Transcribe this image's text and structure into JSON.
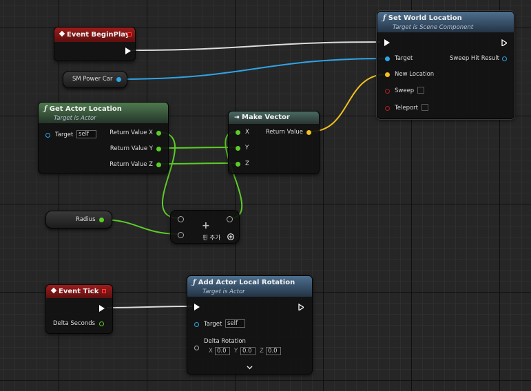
{
  "nodes": {
    "event_begin_play": {
      "title": "Event BeginPlay"
    },
    "set_world_location": {
      "title": "Set World Location",
      "subtitle": "Target is Scene Component",
      "pins": {
        "target": "Target",
        "new_location": "New Location",
        "sweep": "Sweep",
        "teleport": "Teleport",
        "sweep_hit_result": "Sweep Hit Result"
      }
    },
    "sm_power_car": {
      "label": "SM Power Car"
    },
    "get_actor_location": {
      "title": "Get Actor Location",
      "subtitle": "Target is Actor",
      "pins": {
        "target": "Target",
        "target_value": "self",
        "return_x": "Return Value X",
        "return_y": "Return Value Y",
        "return_z": "Return Value Z"
      }
    },
    "make_vector": {
      "title": "Make Vector",
      "pins": {
        "x": "X",
        "y": "Y",
        "z": "Z",
        "return_value": "Return Value"
      }
    },
    "radius": {
      "label": "Radius"
    },
    "add_node": {
      "symbol": "+",
      "add_pin_label": "핀 추가"
    },
    "event_tick": {
      "title": "Event Tick",
      "pins": {
        "delta_seconds": "Delta Seconds"
      }
    },
    "add_actor_local_rotation": {
      "title": "Add Actor Local Rotation",
      "subtitle": "Target is Actor",
      "pins": {
        "target": "Target",
        "target_value": "self",
        "delta_rotation": "Delta Rotation",
        "x_label": "X",
        "x_value": "0.0",
        "y_label": "Y",
        "y_value": "0.0",
        "z_label": "Z",
        "z_value": "0.0"
      }
    }
  },
  "colors": {
    "exec_wire": "#e0e0e0",
    "object_wire": "#2fa4e7",
    "float_wire": "#5ccd26",
    "vector_wire": "#f4c01f",
    "event_header": "#9c1d1d",
    "function_header_blue": "#4d6f8e",
    "function_header_green": "#4f7a4f"
  }
}
